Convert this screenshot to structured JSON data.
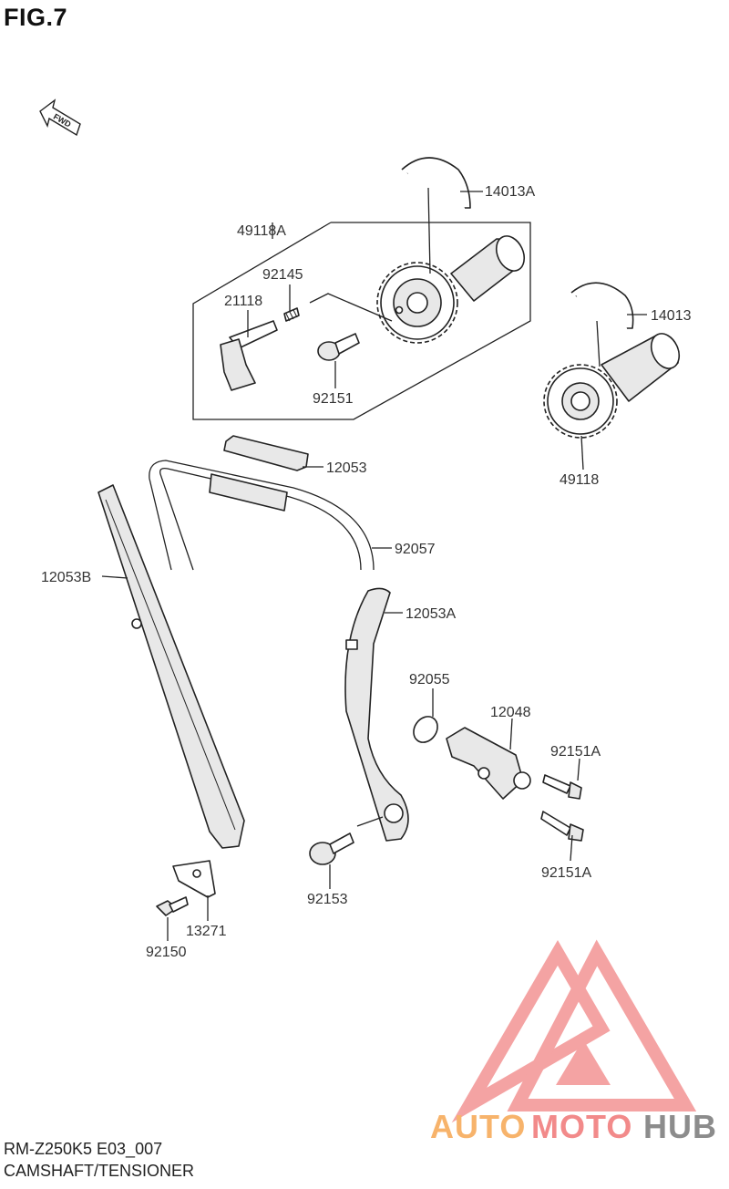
{
  "figure": {
    "title": "FIG.7",
    "fwd_label": "FWD",
    "model_code": "RM-Z250K5 E03_007",
    "section_name": "CAMSHAFT/TENSIONER"
  },
  "parts": {
    "p14013A": "14013A",
    "p49118A": "49118A",
    "p92145": "92145",
    "p21118": "21118",
    "p92151": "92151",
    "p14013": "14013",
    "p49118": "49118",
    "p12053": "12053",
    "p92057": "92057",
    "p12053B": "12053B",
    "p12053A": "12053A",
    "p92055": "92055",
    "p12048": "12048",
    "p92151A_top": "92151A",
    "p92151A_bottom": "92151A",
    "p92153": "92153",
    "p13271": "13271",
    "p92150": "92150"
  },
  "watermark": {
    "part1": "AUTO",
    "part2": "MOTO",
    "part3": "HUB",
    "colors": {
      "orange": "#f7b36b",
      "pink": "#f28a8a",
      "gray": "#8c8c8c",
      "logo": "#f39a9a"
    }
  }
}
